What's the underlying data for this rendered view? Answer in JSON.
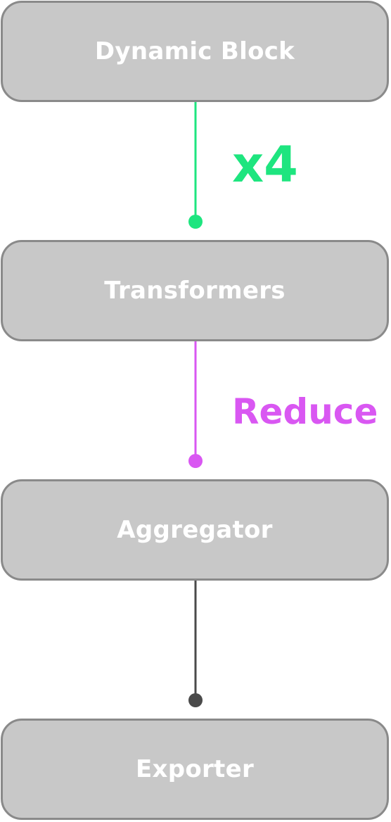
{
  "colors": {
    "node_fill": "#c8c8c8",
    "node_border": "#8a8a8a",
    "node_text": "#ffffff",
    "edge_repeat": "#1ee57f",
    "edge_reduce": "#d957f2",
    "edge_plain": "#4a4a4a"
  },
  "nodes": [
    {
      "label": "Dynamic Block"
    },
    {
      "label": "Transformers"
    },
    {
      "label": "Aggregator"
    },
    {
      "label": "Exporter"
    }
  ],
  "edges": [
    {
      "from": "Dynamic Block",
      "to": "Transformers",
      "label": "x4"
    },
    {
      "from": "Transformers",
      "to": "Aggregator",
      "label": "Reduce"
    },
    {
      "from": "Aggregator",
      "to": "Exporter",
      "label": ""
    }
  ]
}
